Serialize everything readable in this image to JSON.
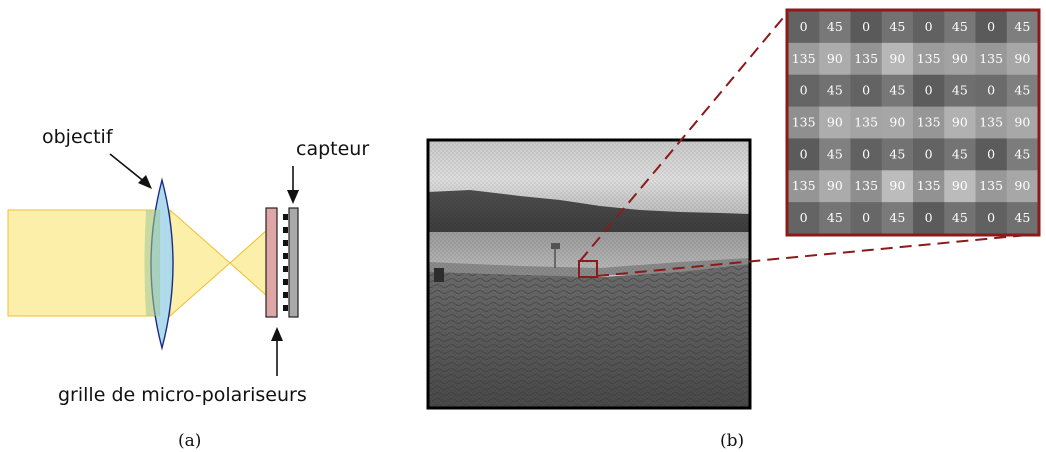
{
  "labels": {
    "lens": "objectif",
    "sensor": "capteur",
    "grid": "grille de micro-polariseurs",
    "caption_a": "(a)",
    "caption_b": "(b)"
  },
  "grid": {
    "rows": 7,
    "cols": 8,
    "values": [
      [
        "0",
        "45",
        "0",
        "45",
        "0",
        "45",
        "0",
        "45"
      ],
      [
        "135",
        "90",
        "135",
        "90",
        "135",
        "90",
        "135",
        "90"
      ],
      [
        "0",
        "45",
        "0",
        "45",
        "0",
        "45",
        "0",
        "45"
      ],
      [
        "135",
        "90",
        "135",
        "90",
        "135",
        "90",
        "135",
        "90"
      ],
      [
        "0",
        "45",
        "0",
        "45",
        "0",
        "45",
        "0",
        "45"
      ],
      [
        "135",
        "90",
        "135",
        "90",
        "135",
        "90",
        "135",
        "90"
      ],
      [
        "0",
        "45",
        "0",
        "45",
        "0",
        "45",
        "0",
        "45"
      ]
    ]
  },
  "colors": {
    "light_beam": "#fbefa9",
    "beam_edge": "#f0c030",
    "lens_fill": "#a8d8ec",
    "lens_stroke": "#1c2a8a",
    "polarizer_fill": "#dfa6a6",
    "sensor_fill": "#a9a9a9",
    "zoom_frame": "#8b1a1a"
  }
}
